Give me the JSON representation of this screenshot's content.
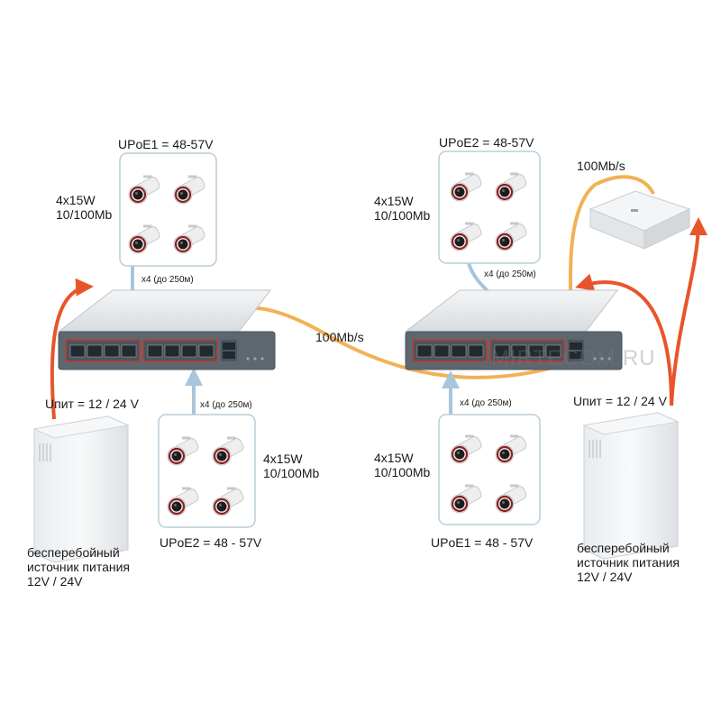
{
  "colors": {
    "power_line": "#e8552a",
    "data_line": "#f2b155",
    "blue_line": "#a8c5dc",
    "switch_body": "#5d6770",
    "port_group": "#d9351f",
    "camera_box_border": "#b8cdd9"
  },
  "left_site": {
    "top_camera_group": {
      "title": "UPoE1 = 48-57V",
      "spec_line1": "4x15W",
      "spec_line2": "10/100Mb",
      "link": "x4 (до 250м)"
    },
    "bottom_camera_group": {
      "title": "UPoE2 = 48 - 57V",
      "spec_line1": "4x15W",
      "spec_line2": "10/100Mb",
      "link": "x4 (до 250м)"
    },
    "power_supply": {
      "voltage": "Uпит = 12 / 24 V",
      "caption_line1": "бесперебойный",
      "caption_line2": "источник питания",
      "caption_line3": "12V / 24V"
    }
  },
  "right_site": {
    "top_camera_group": {
      "title": "UPoE2 = 48-57V",
      "spec_line1": "4x15W",
      "spec_line2": "10/100Mb",
      "link": "x4 (до 250м)"
    },
    "bottom_camera_group": {
      "title": "UPoE1 = 48 - 57V",
      "spec_line1": "4x15W",
      "spec_line2": "10/100Mb",
      "link": "x4 (до 250м)"
    },
    "power_supply": {
      "voltage": "Uпит = 12 / 24 V",
      "caption_line1": "бесперебойный",
      "caption_line2": "источник питания",
      "caption_line3": "12V / 24V"
    }
  },
  "uplink_label": "100Mb/s",
  "nvr_link_label": "100Mb/s",
  "watermark": "MIRTECOM.RU"
}
